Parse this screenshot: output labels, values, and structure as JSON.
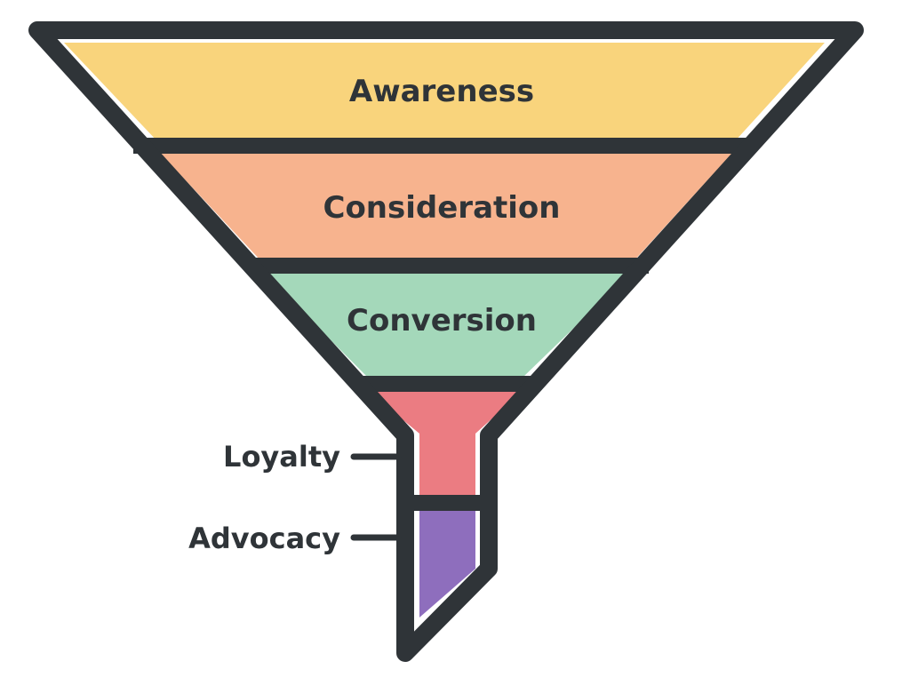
{
  "stages": [
    {
      "label": "Awareness",
      "color": "#F9D47C"
    },
    {
      "label": "Consideration",
      "color": "#F7B38E"
    },
    {
      "label": "Conversion",
      "color": "#A4D8BA"
    },
    {
      "label": "Loyalty",
      "color": "#EB7C82"
    },
    {
      "label": "Advocacy",
      "color": "#8E6EBD"
    }
  ],
  "outline_color": "#2F3438"
}
